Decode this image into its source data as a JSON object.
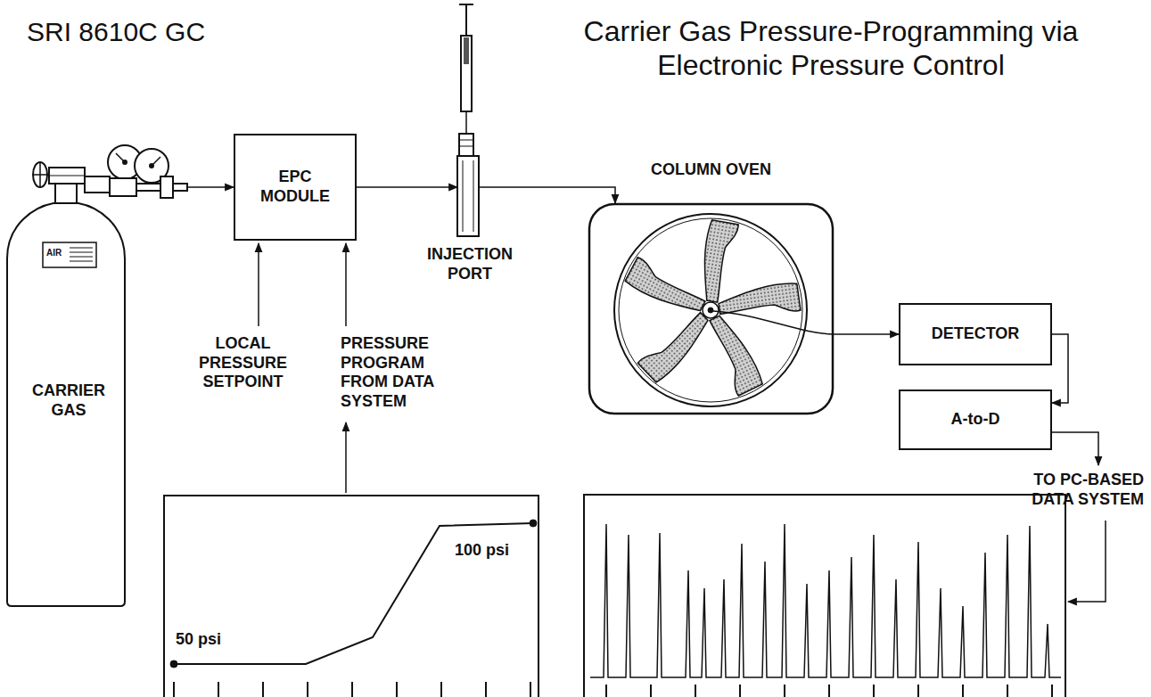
{
  "diagram": {
    "title": "Carrier Gas Pressure-Programming via Electronic Pressure Control",
    "nodes": [
      {
        "text": [
          "AIR",
          "CARRIER GAS"
        ]
      },
      {
        "text": [
          "EPC MODULE"
        ]
      },
      {
        "text": [
          "INJECTION PORT"
        ]
      },
      {
        "text": [
          "COLUMN OVEN"
        ]
      },
      {
        "text": [
          "DETECTOR"
        ]
      },
      {
        "text": [
          "A-to-D"
        ]
      },
      {
        "text": [
          "50 psi",
          "100 psi"
        ]
      }
    ],
    "edges": [
      {
        "from": 0,
        "to": 1,
        "arrow": "to"
      },
      {
        "from": 1,
        "to": 2,
        "arrow": "to"
      },
      {
        "from": 2,
        "to": 3,
        "arrow": "to"
      },
      {
        "from": 3,
        "to": 4,
        "arrow": "to"
      },
      {
        "from": 4,
        "to": 5,
        "arrow": "to"
      }
    ],
    "labels": [
      "SRI 8610C GC",
      "LOCAL PRESSURE SETPOINT",
      "PRESSURE PROGRAM FROM DATA SYSTEM",
      "TO PC-BASED DATA SYSTEM"
    ]
  }
}
